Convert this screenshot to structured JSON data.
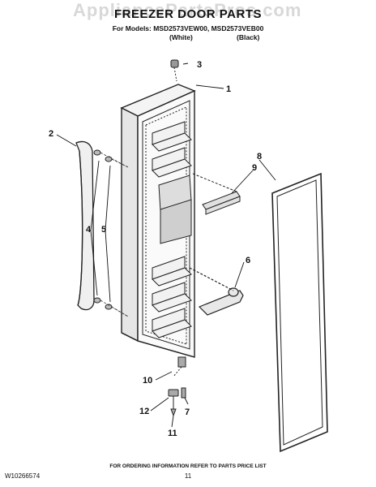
{
  "watermark": "AppliancePartsPros.com",
  "header": {
    "title": "FREEZER DOOR PARTS",
    "models": "For Models: MSD2573VEW00, MSD2573VEB00",
    "variant_white": "(White)",
    "variant_black": "(Black)"
  },
  "callouts": [
    "1",
    "2",
    "3",
    "4",
    "5",
    "6",
    "7",
    "8",
    "9",
    "10",
    "11",
    "12"
  ],
  "footer": {
    "doc_number": "W10266574",
    "order_note": "FOR ORDERING INFORMATION REFER TO PARTS PRICE LIST",
    "page_number": "11"
  }
}
